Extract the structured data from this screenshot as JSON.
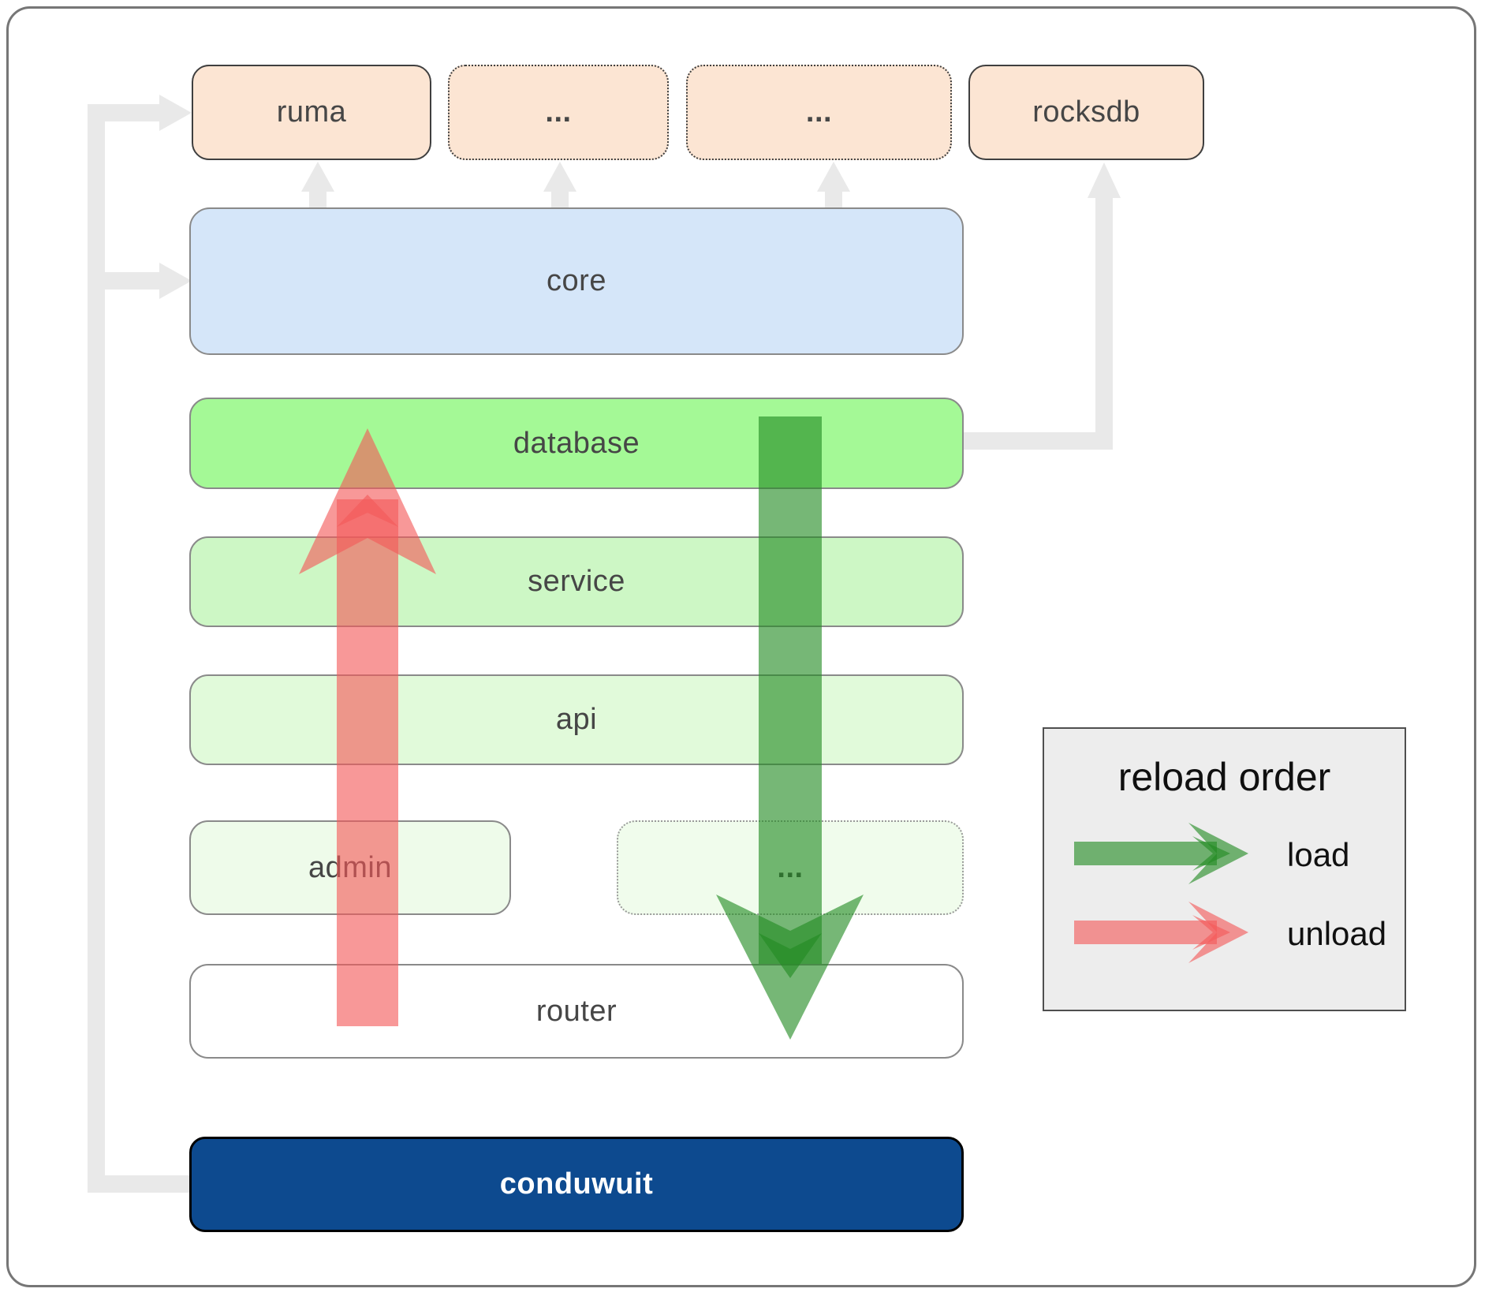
{
  "nodes": {
    "ruma": {
      "label": "ruma"
    },
    "dep_more1": {
      "label": "..."
    },
    "dep_more2": {
      "label": "..."
    },
    "rocksdb": {
      "label": "rocksdb"
    },
    "core": {
      "label": "core"
    },
    "database": {
      "label": "database"
    },
    "service": {
      "label": "service"
    },
    "api": {
      "label": "api"
    },
    "admin": {
      "label": "admin"
    },
    "admin_more": {
      "label": "..."
    },
    "router": {
      "label": "router"
    },
    "conduwuit": {
      "label": "conduwuit"
    }
  },
  "legend": {
    "title": "reload order",
    "load_label": "load",
    "unload_label": "unload"
  },
  "colors": {
    "load_green": "#228b22",
    "unload_red": "#f45858",
    "connector_gray": "#e9e9e9",
    "peach_fill": "#fce5d3",
    "core_fill": "#d5e6f9",
    "database_fill": "#a4f996",
    "service_fill": "#cdf7c5",
    "api_fill": "#e1fada",
    "admin_fill": "#eefbea",
    "admin_more_fill": "#f0fcec",
    "router_fill": "#ffffff",
    "conduwuit_fill": "#0d4a8f",
    "legend_bg": "#ededed"
  }
}
